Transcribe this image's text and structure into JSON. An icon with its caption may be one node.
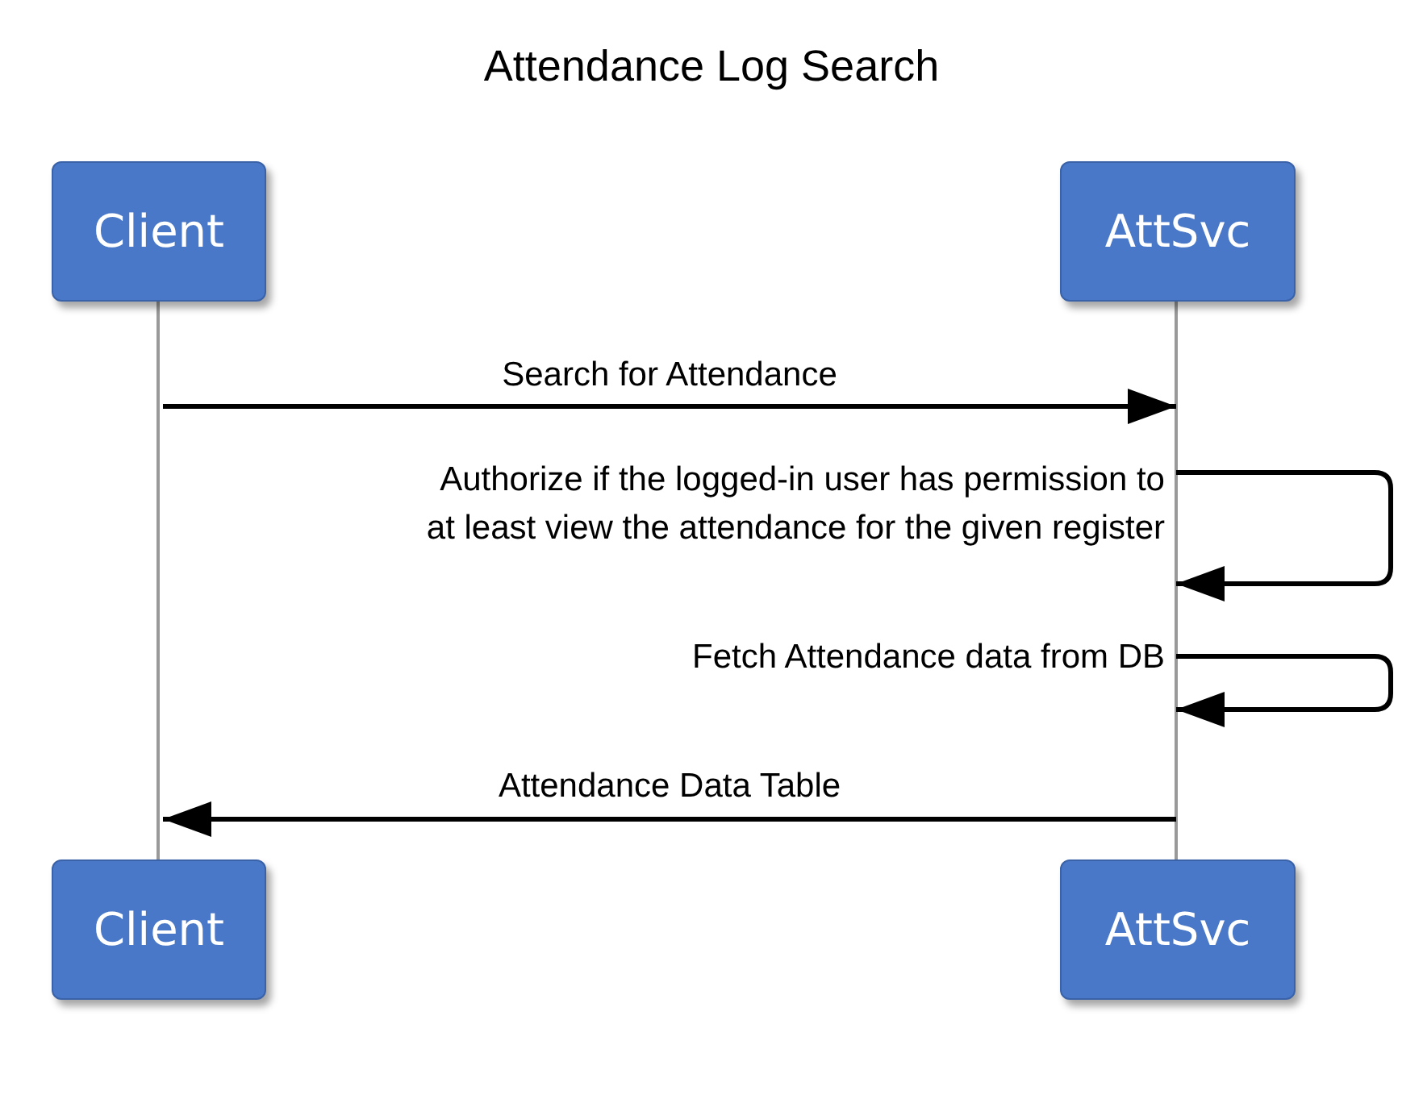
{
  "diagram": {
    "title": "Attendance Log Search",
    "nodes": [
      {
        "text": [
          "Client"
        ]
      },
      {
        "text": [
          "AttSvc"
        ]
      },
      {
        "text": [
          "Client"
        ]
      },
      {
        "text": [
          "AttSvc"
        ]
      }
    ],
    "edges": [
      {
        "from": 0,
        "to": 2,
        "arrow": "none",
        "color": "#999999"
      },
      {
        "from": 1,
        "to": 3,
        "arrow": "none",
        "color": "#999999"
      }
    ],
    "labels": [
      "Search for Attendance",
      "Authorize if the logged-in user has permission to at least view the attendance for the given register",
      "Fetch Attendance data from DB",
      "Attendance Data Table"
    ]
  }
}
